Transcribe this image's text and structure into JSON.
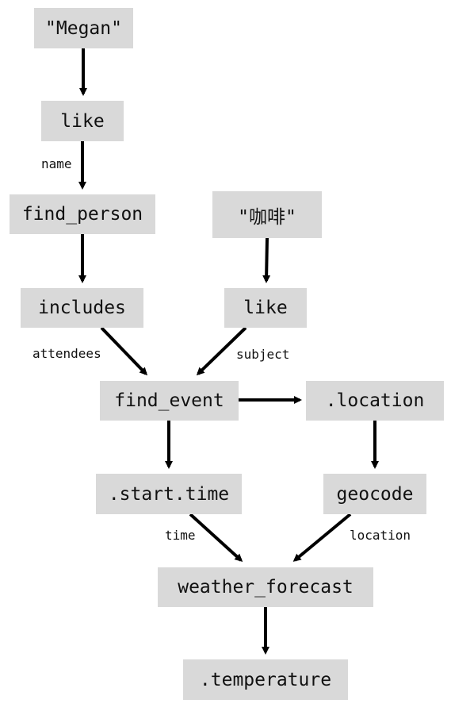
{
  "colors": {
    "node_fill": "#d9d9d9",
    "edge": "#000000",
    "text": "#111111"
  },
  "nodes": {
    "megan": "\"Megan\"",
    "like1": "like",
    "find_person": "find_person",
    "coffee": "\"咖啡\"",
    "includes": "includes",
    "like2": "like",
    "find_event": "find_event",
    "location_attr": ".location",
    "start_time": ".start.time",
    "geocode": "geocode",
    "weather_forecast": "weather_forecast",
    "temperature": ".temperature"
  },
  "edge_labels": {
    "name": "name",
    "attendees": "attendees",
    "subject": "subject",
    "time": "time",
    "location": "location"
  }
}
